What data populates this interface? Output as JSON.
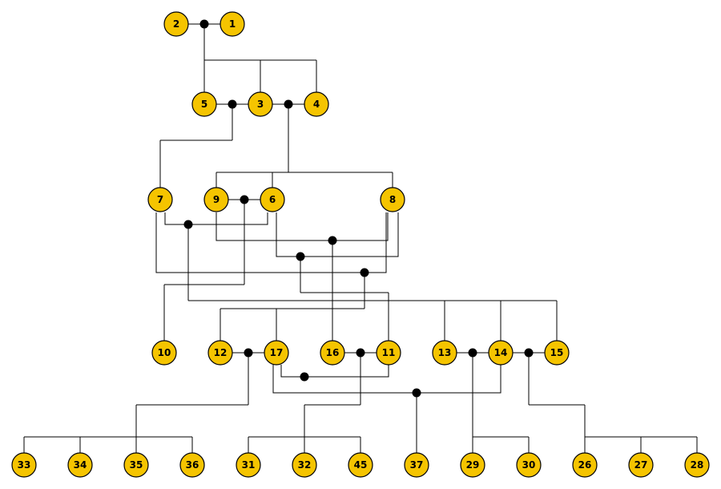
{
  "colors": {
    "node_fill": "#F5C400",
    "node_stroke": "#000000",
    "line": "#000000",
    "background": "#FFFFFF"
  },
  "persons": [
    "1",
    "2",
    "3",
    "4",
    "5",
    "6",
    "7",
    "8",
    "9",
    "10",
    "11",
    "12",
    "13",
    "14",
    "15",
    "16",
    "17",
    "26",
    "27",
    "28",
    "29",
    "30",
    "31",
    "32",
    "33",
    "34",
    "35",
    "36",
    "37",
    "45"
  ]
}
